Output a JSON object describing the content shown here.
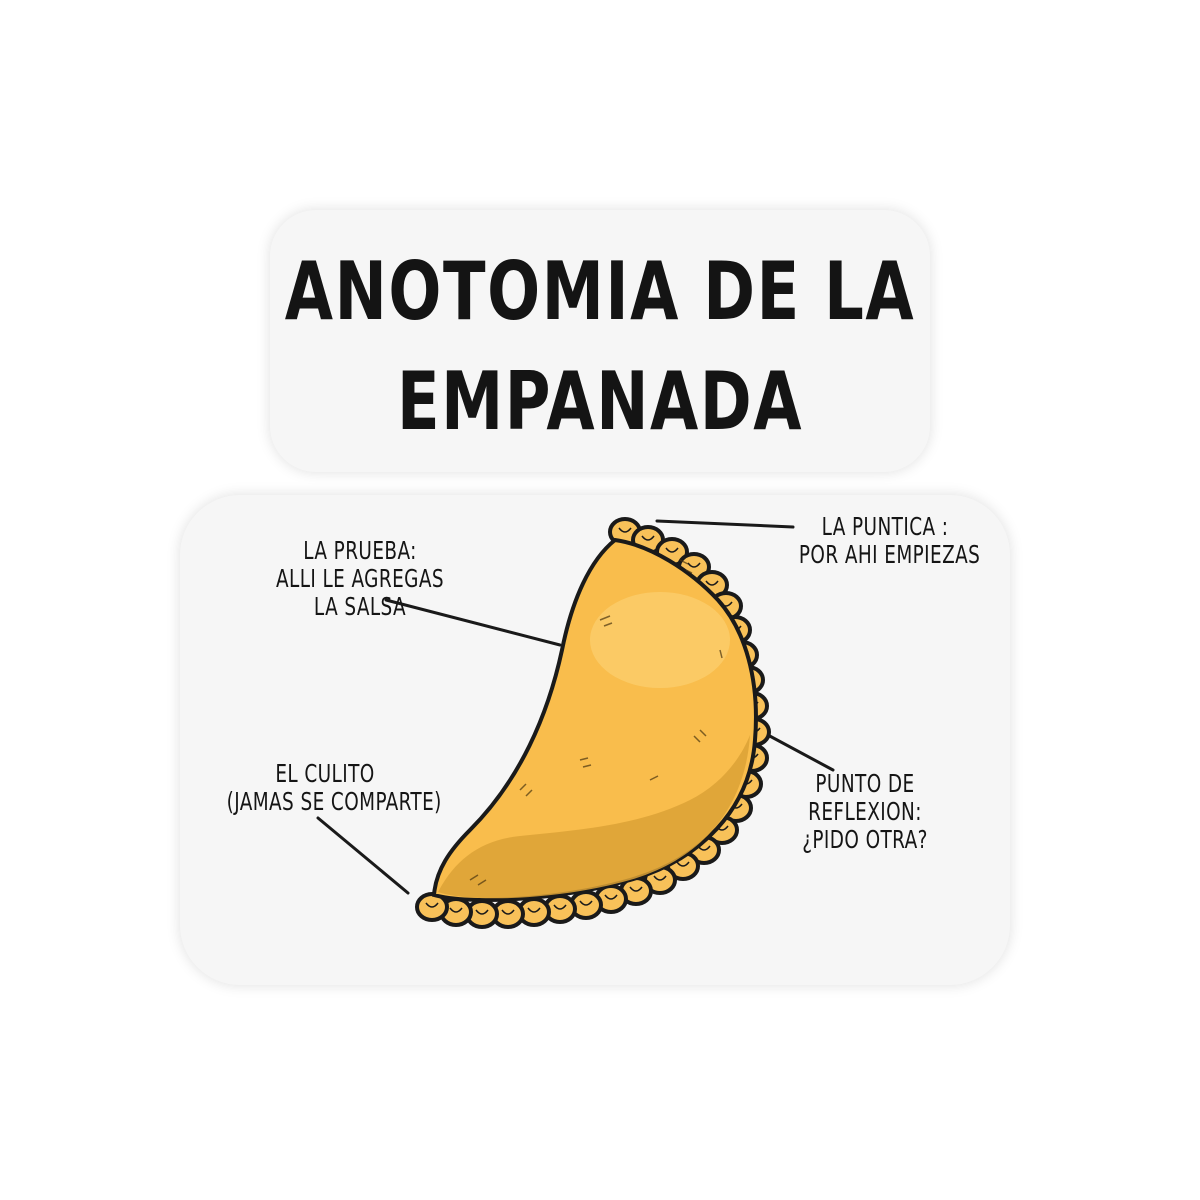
{
  "title": {
    "line1": "ANOTOMIA DE LA",
    "line2": "EMPANADA"
  },
  "labels": {
    "prueba": [
      "LA PRUEBA:",
      "ALLI LE AGREGAS",
      "LA SALSA"
    ],
    "puntica": [
      "LA PUNTICA :",
      "POR AHI EMPIEZAS"
    ],
    "culito": [
      "EL CULITO",
      "(JAMAS SE COMPARTE)"
    ],
    "reflexion": [
      "PUNTO DE",
      "REFLEXION:",
      "¿PIDO OTRA?"
    ]
  },
  "colors": {
    "dough": "#f9bd4c",
    "dough_shadow": "#d9a033",
    "outline": "#1a1a1a",
    "sticker": "#f6f6f6",
    "text": "#141414"
  }
}
